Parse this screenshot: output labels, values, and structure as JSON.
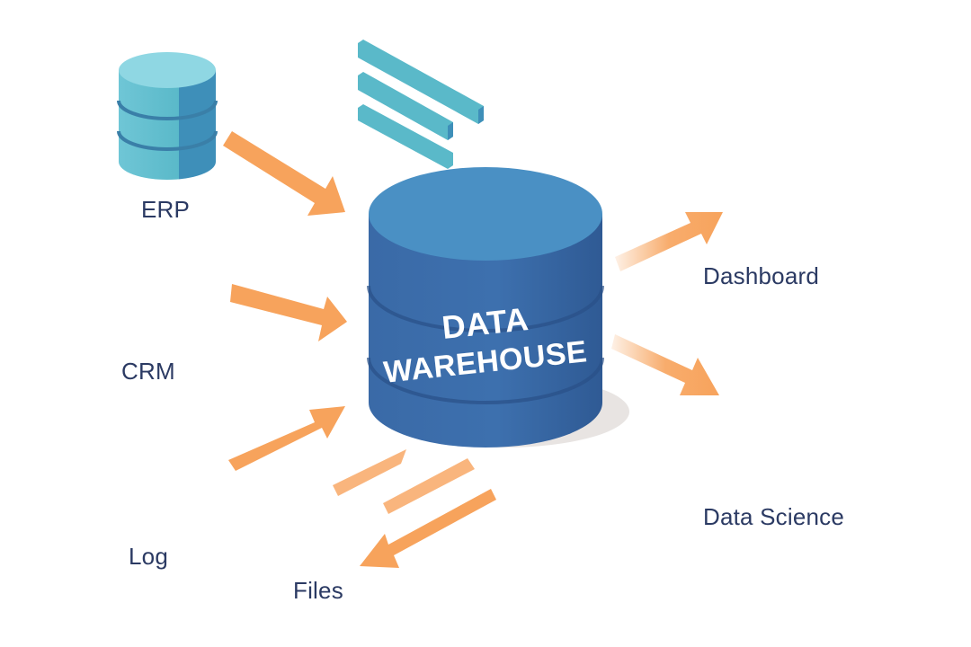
{
  "warehouse": {
    "line1": "DATA",
    "line2": "WAREHOUSE"
  },
  "sources": [
    {
      "label": "ERP",
      "icon": "database-icon"
    },
    {
      "label": "CRM",
      "icon": "server-icon"
    },
    {
      "label": "Log",
      "icon": "user-monitor-icon"
    },
    {
      "label": "Files",
      "icon": "folder-icon"
    }
  ],
  "outputs": [
    {
      "label": "Dashboard",
      "icon": "dashboard-screen-icon"
    },
    {
      "label": "Data Science",
      "icon": "magnifier-screen-icon"
    }
  ],
  "colors": {
    "warehouse": "#3d6fae",
    "warehouse_top": "#4a90c4",
    "arrow": "#f7a35c",
    "label": "#2b3a63",
    "teal": "#5ab9c9",
    "navy": "#2f4170",
    "purple": "#5a65b0"
  }
}
